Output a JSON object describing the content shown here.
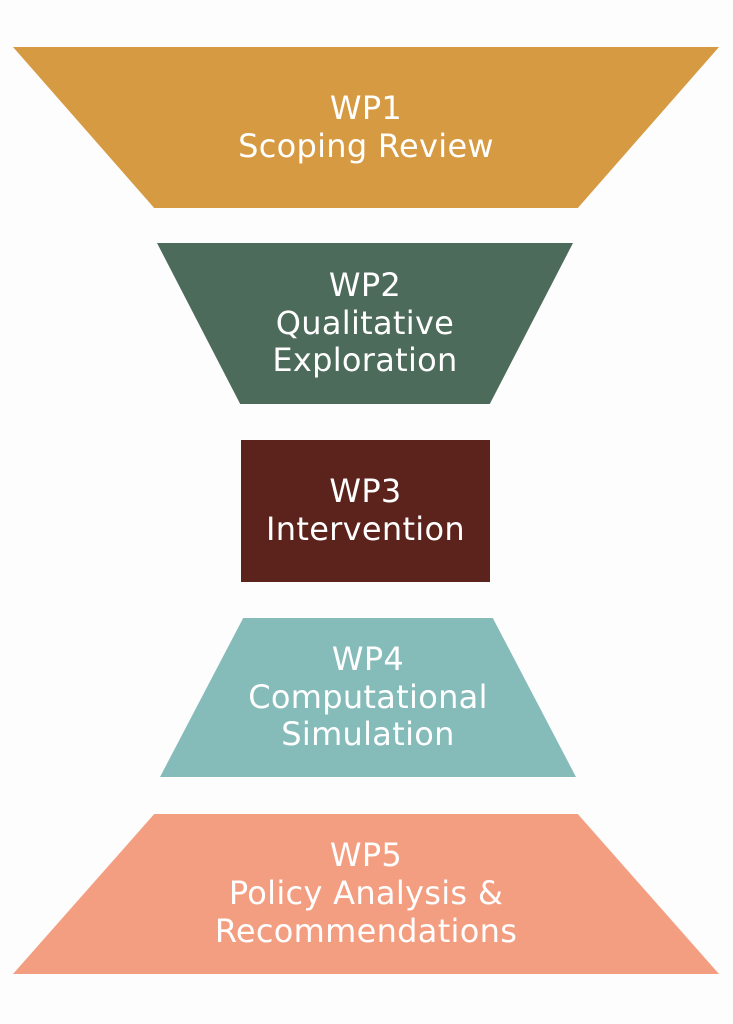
{
  "work_packages": [
    {
      "code": "WP1",
      "lines": [
        "Scoping Review"
      ],
      "color": "#d69a42"
    },
    {
      "code": "WP2",
      "lines": [
        "Qualitative",
        "Exploration"
      ],
      "color": "#4d6b5a"
    },
    {
      "code": "WP3",
      "lines": [
        "Intervention"
      ],
      "color": "#5c221c"
    },
    {
      "code": "WP4",
      "lines": [
        "Computational",
        "Simulation"
      ],
      "color": "#85bcba"
    },
    {
      "code": "WP5",
      "lines": [
        "Policy Analysis &",
        "Recommendations"
      ],
      "color": "#f39e81"
    }
  ]
}
